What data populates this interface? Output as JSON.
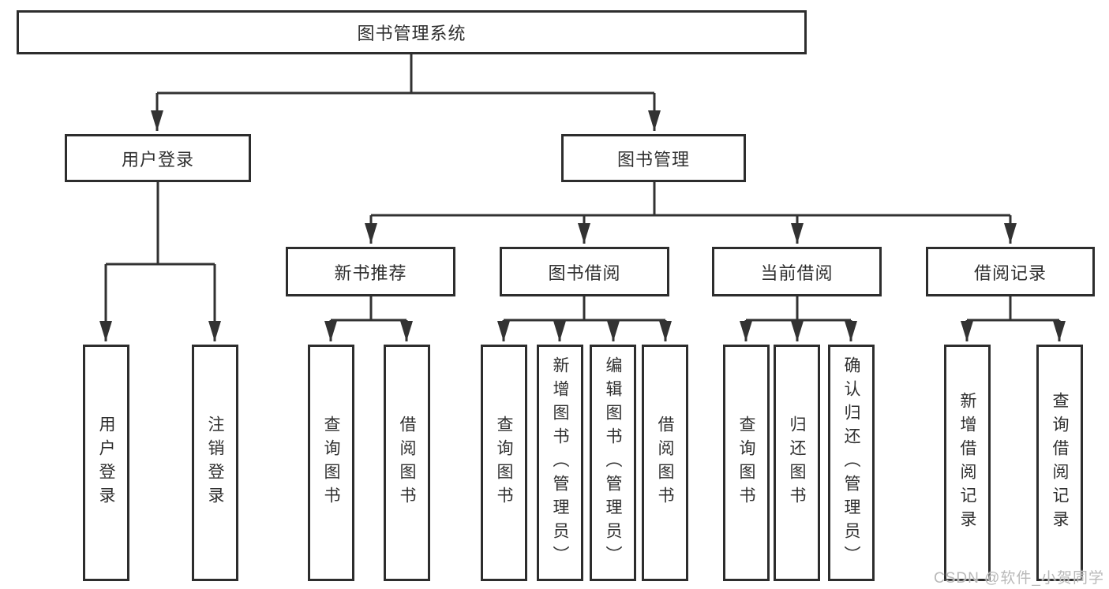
{
  "diagram": {
    "root": {
      "label": "图书管理系统"
    },
    "branches": [
      {
        "label": "用户登录",
        "children": [
          {
            "label": "用户登录"
          },
          {
            "label": "注销登录"
          }
        ]
      },
      {
        "label": "图书管理",
        "children": [
          {
            "label": "新书推荐",
            "children": [
              {
                "label": "查询图书"
              },
              {
                "label": "借阅图书"
              }
            ]
          },
          {
            "label": "图书借阅",
            "children": [
              {
                "label": "查询图书"
              },
              {
                "label": "新增图书（管理员）"
              },
              {
                "label": "编辑图书（管理员）"
              },
              {
                "label": "借阅图书"
              }
            ]
          },
          {
            "label": "当前借阅",
            "children": [
              {
                "label": "查询图书"
              },
              {
                "label": "归还图书"
              },
              {
                "label": "确认归还（管理员）"
              }
            ]
          },
          {
            "label": "借阅记录",
            "children": [
              {
                "label": "新增借阅记录"
              },
              {
                "label": "查询借阅记录"
              }
            ]
          }
        ]
      }
    ]
  },
  "watermark": {
    "text": "CSDN @软件_小贺同学"
  },
  "colors": {
    "line": "#323232",
    "box_border": "#2d2d2d",
    "text": "#2f2f2f",
    "watermark": "#b9b9b9",
    "background": "#ffffff"
  }
}
